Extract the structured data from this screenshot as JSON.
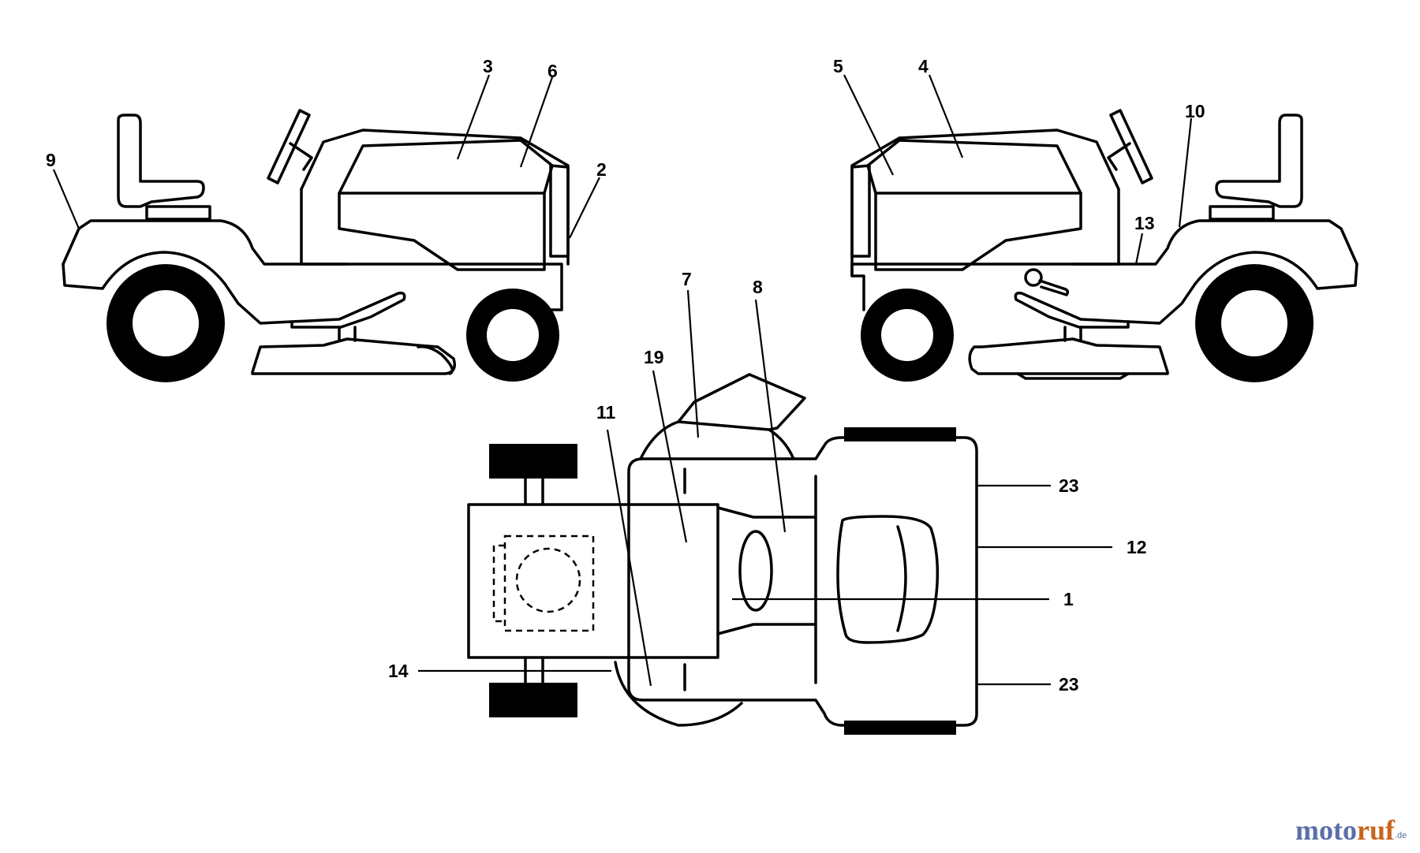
{
  "callouts": {
    "c1": "1",
    "c2": "2",
    "c3": "3",
    "c4": "4",
    "c5": "5",
    "c6": "6",
    "c7": "7",
    "c8": "8",
    "c9": "9",
    "c10": "10",
    "c11": "11",
    "c12": "12",
    "c13": "13",
    "c14": "14",
    "c19": "19",
    "c23a": "23",
    "c23b": "23"
  },
  "watermark": {
    "part1": "moto",
    "part2": "ruf",
    "suffix": ".de",
    "brand_color": "#5b6fa8",
    "accent_color": "#c8651f"
  },
  "views": [
    "left-side-view",
    "right-side-view",
    "top-view"
  ]
}
